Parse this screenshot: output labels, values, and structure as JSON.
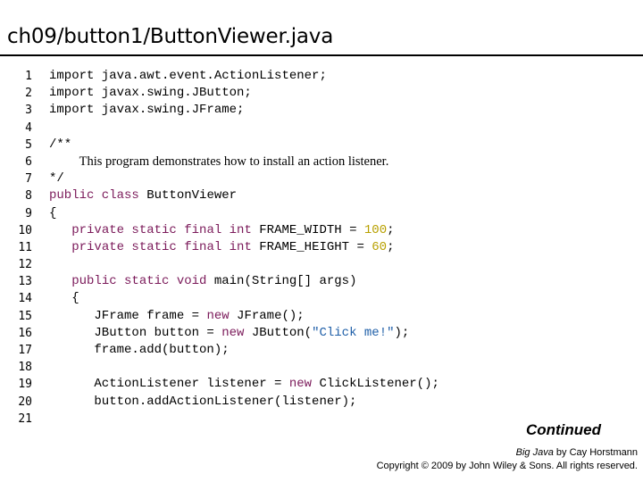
{
  "title": "ch09/button1/ButtonViewer.java",
  "code_lines": [
    {
      "n": "1",
      "segments": [
        {
          "t": "import java.awt.event.ActionListener;",
          "c": ""
        }
      ]
    },
    {
      "n": "2",
      "segments": [
        {
          "t": "import javax.swing.JButton;",
          "c": ""
        }
      ]
    },
    {
      "n": "3",
      "segments": [
        {
          "t": "import javax.swing.JFrame;",
          "c": ""
        }
      ]
    },
    {
      "n": "4",
      "segments": []
    },
    {
      "n": "5",
      "segments": [
        {
          "t": "/**",
          "c": ""
        }
      ]
    },
    {
      "n": "6",
      "segments": [
        {
          "t": "    ",
          "c": ""
        },
        {
          "t": "This program demonstrates how to install an action listener.",
          "c": "serif"
        }
      ]
    },
    {
      "n": "7",
      "segments": [
        {
          "t": "*/",
          "c": ""
        }
      ]
    },
    {
      "n": "8",
      "segments": [
        {
          "t": "public class",
          "c": "kw"
        },
        {
          "t": " ButtonViewer",
          "c": ""
        }
      ]
    },
    {
      "n": "9",
      "segments": [
        {
          "t": "{",
          "c": ""
        }
      ]
    },
    {
      "n": "10",
      "segments": [
        {
          "t": "   ",
          "c": ""
        },
        {
          "t": "private static final int",
          "c": "kw"
        },
        {
          "t": " FRAME_WIDTH = ",
          "c": ""
        },
        {
          "t": "100",
          "c": "num"
        },
        {
          "t": ";",
          "c": ""
        }
      ]
    },
    {
      "n": "11",
      "segments": [
        {
          "t": "   ",
          "c": ""
        },
        {
          "t": "private static final int",
          "c": "kw"
        },
        {
          "t": " FRAME_HEIGHT = ",
          "c": ""
        },
        {
          "t": "60",
          "c": "num"
        },
        {
          "t": ";",
          "c": ""
        }
      ]
    },
    {
      "n": "12",
      "segments": []
    },
    {
      "n": "13",
      "segments": [
        {
          "t": "   ",
          "c": ""
        },
        {
          "t": "public static void",
          "c": "kw"
        },
        {
          "t": " main(String[] args)",
          "c": ""
        }
      ]
    },
    {
      "n": "14",
      "segments": [
        {
          "t": "   {",
          "c": ""
        }
      ]
    },
    {
      "n": "15",
      "segments": [
        {
          "t": "      JFrame frame = ",
          "c": ""
        },
        {
          "t": "new",
          "c": "kw"
        },
        {
          "t": " JFrame();",
          "c": ""
        }
      ]
    },
    {
      "n": "16",
      "segments": [
        {
          "t": "      JButton button = ",
          "c": ""
        },
        {
          "t": "new",
          "c": "kw"
        },
        {
          "t": " JButton(",
          "c": ""
        },
        {
          "t": "\"Click me!\"",
          "c": "str"
        },
        {
          "t": ");",
          "c": ""
        }
      ]
    },
    {
      "n": "17",
      "segments": [
        {
          "t": "      frame.add(button);",
          "c": ""
        }
      ]
    },
    {
      "n": "18",
      "segments": []
    },
    {
      "n": "19",
      "segments": [
        {
          "t": "      ActionListener listener = ",
          "c": ""
        },
        {
          "t": "new",
          "c": "kw"
        },
        {
          "t": " ClickListener();",
          "c": ""
        }
      ]
    },
    {
      "n": "20",
      "segments": [
        {
          "t": "      button.addActionListener(listener);",
          "c": ""
        }
      ]
    },
    {
      "n": "21",
      "segments": []
    }
  ],
  "continued": "Continued",
  "credit": {
    "book": "Big Java",
    "by": " by Cay Horstmann",
    "copyright": "Copyright © 2009 by John Wiley & Sons.  All rights reserved."
  },
  "colors": {
    "keyword": "#7b1a5a",
    "number": "#b8a000",
    "string": "#1f5fa8"
  }
}
